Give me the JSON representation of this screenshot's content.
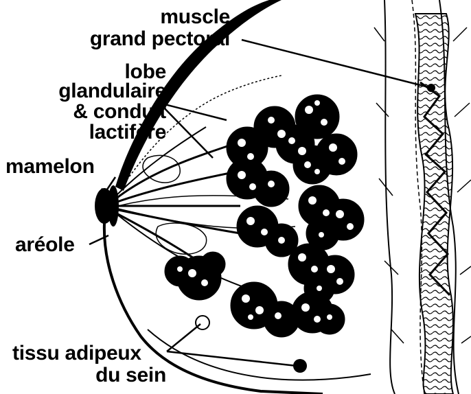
{
  "labels": {
    "muscle_line1": "muscle",
    "muscle_line2": "grand pectoral",
    "lobe_line1": "lobe",
    "lobe_line2": "glandulaire",
    "lobe_line3": "& conduit",
    "lobe_line4": "lactifère",
    "mamelon": "mamelon",
    "areole": "aréole",
    "tissu_line1": "tissu adipeux",
    "tissu_line2": "du sein"
  },
  "colors": {
    "ink": "#000000",
    "paper": "#ffffff"
  }
}
